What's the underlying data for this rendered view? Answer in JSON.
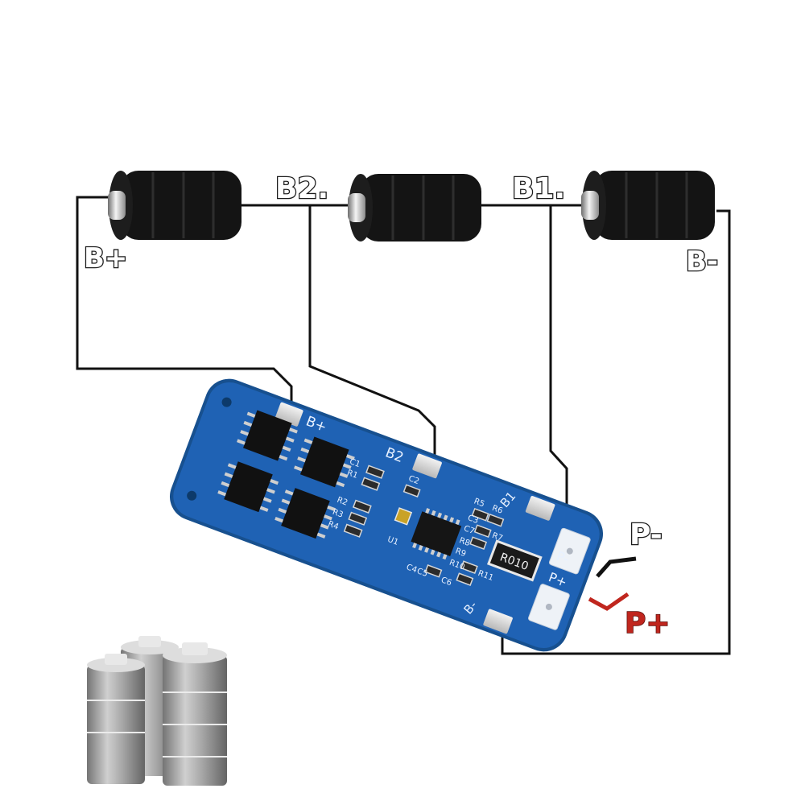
{
  "labels": {
    "b_plus": "B+",
    "b2": "B2.",
    "b1": "B1.",
    "b_minus": "B-",
    "p_minus": "P-",
    "p_plus": "P+"
  },
  "board": {
    "silk": {
      "b_plus": "B+",
      "b2": "B2",
      "b1": "B1",
      "b_minus": "B-",
      "p_minus": "P-",
      "p_plus": "P+",
      "shunt": "R010",
      "c1": "C1",
      "c2": "C2",
      "c3": "C3",
      "c4": "C4",
      "c5": "C5",
      "c6": "C6",
      "c7": "C7",
      "r1": "R1",
      "r2": "R2",
      "r3": "R3",
      "r4": "R4",
      "r5": "R5",
      "r6": "R6",
      "r7": "R7",
      "r8": "R8",
      "r9": "R9",
      "r10": "R10",
      "r11": "R11",
      "u1": "U1"
    }
  },
  "colors": {
    "pcb": "#1f62b4",
    "pcb_edge": "#17508f",
    "wire": "#111111",
    "p_plus_wire": "#c0261e",
    "p_plus_label": "#c0261e",
    "cell_body": "#141414",
    "pad": "#d9d9d9"
  }
}
